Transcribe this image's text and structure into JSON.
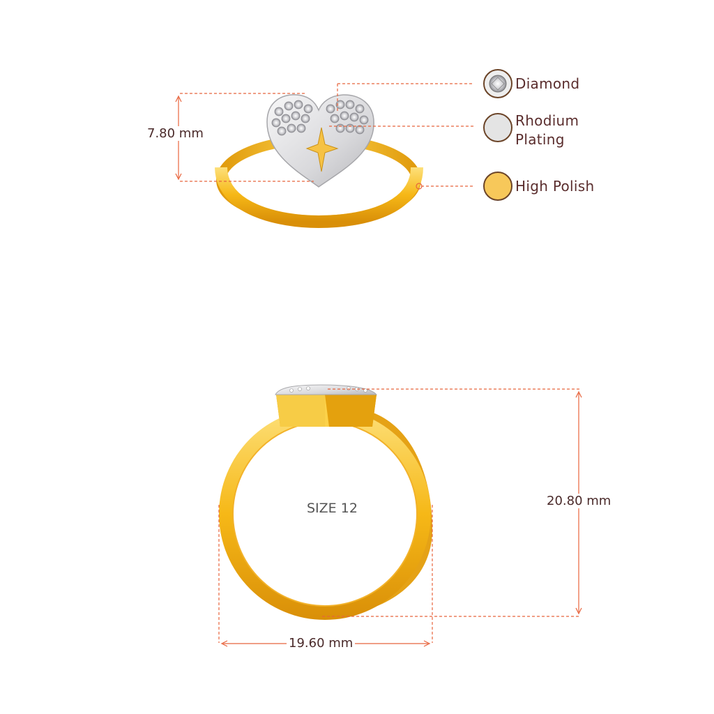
{
  "legend": {
    "items": [
      {
        "label": "Diamond",
        "icon": "diamond-swatch-icon",
        "color": "#e8e8e8"
      },
      {
        "label": "Rhodium\nPlating",
        "icon": "rhodium-swatch-icon",
        "color": "#e6e6e6"
      },
      {
        "label": "High Polish",
        "icon": "gold-swatch-icon",
        "color": "#f7c85a"
      }
    ]
  },
  "dimensions": {
    "top_height": "7.80 mm",
    "side_height": "20.80 mm",
    "side_width": "19.60 mm"
  },
  "ring_size": "SIZE 12",
  "colors": {
    "dimension_line": "#e8643c",
    "gold": "#f5b91a",
    "gold_dark": "#d8920a",
    "rhodium": "#e8e8ea",
    "text": "#5a2d2d"
  }
}
